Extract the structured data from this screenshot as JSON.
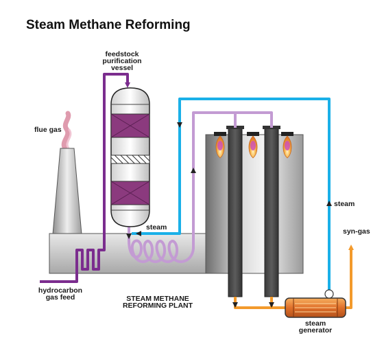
{
  "title": "Steam Methane Reforming",
  "labels": {
    "flue_gas": "flue gas",
    "feedstock_line1": "feedstock",
    "feedstock_line2": "purification",
    "feedstock_line3": "vessel",
    "steam_left": "steam",
    "steam_right": "steam",
    "syn_gas": "syn-gas",
    "hydrocarbon_line1": "hydrocarbon",
    "hydrocarbon_line2": "gas feed",
    "plant_line1": "STEAM METHANE",
    "plant_line2": "REFORMING PLANT",
    "generator_line1": "steam",
    "generator_line2": "generator"
  },
  "colors": {
    "steam_line": "#1ab0e8",
    "feed_line": "#7b2d8e",
    "mixed_line": "#c39bd3",
    "syngas_line": "#f39a2c",
    "furnace_dark": "#4a4a4a",
    "catalyst": "#8b3a7e",
    "flue_smoke": "#d98aa0"
  }
}
